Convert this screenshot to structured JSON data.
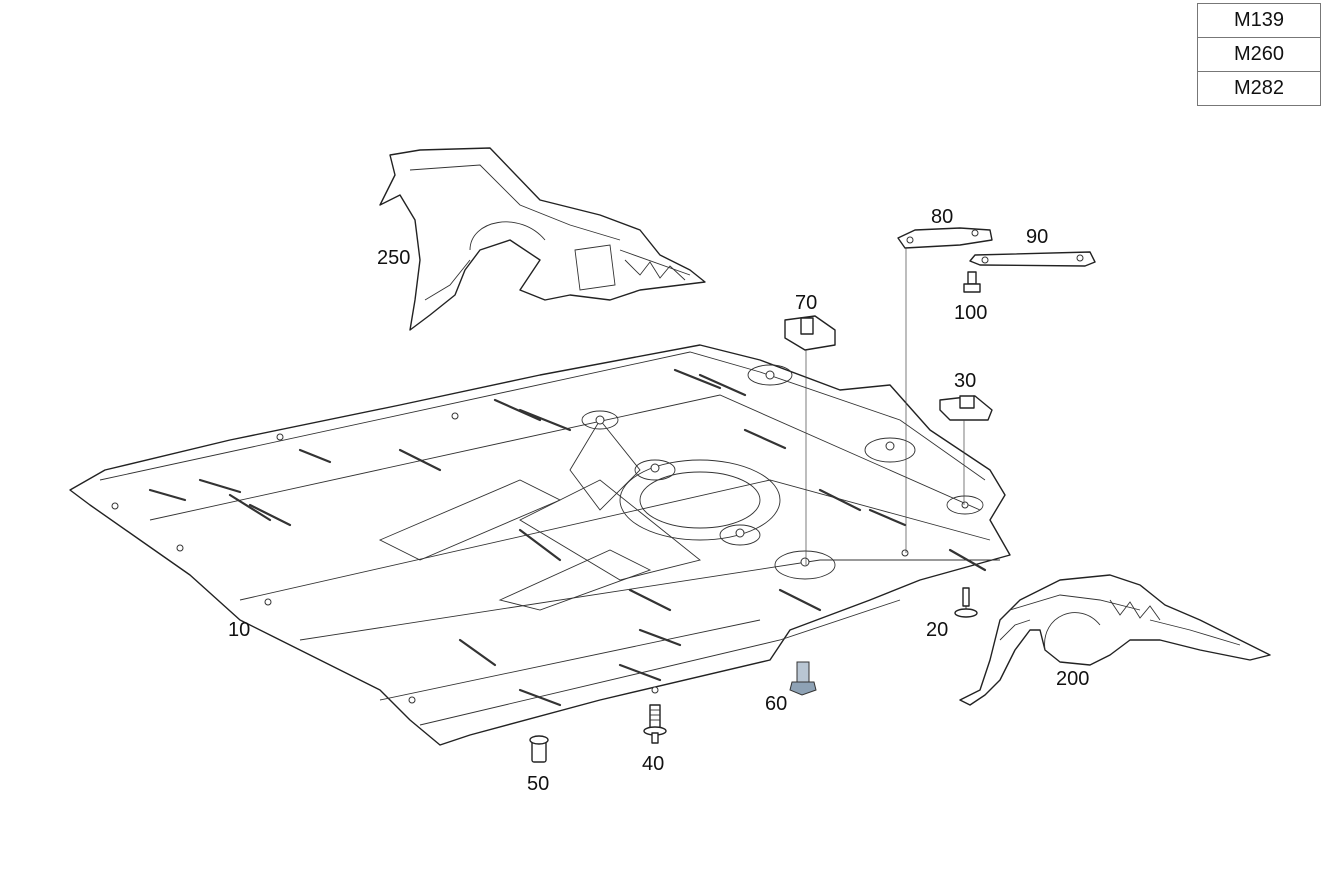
{
  "variant_table": {
    "rows": [
      "M139",
      "M260",
      "M282"
    ]
  },
  "callouts": {
    "c10": "10",
    "c20": "20",
    "c30": "30",
    "c40": "40",
    "c50": "50",
    "c60": "60",
    "c70": "70",
    "c80": "80",
    "c90": "90",
    "c100": "100",
    "c200": "200",
    "c250": "250"
  },
  "colors": {
    "line": "#222222",
    "part_60_fill": "#b9c6d3",
    "background": "#ffffff"
  }
}
